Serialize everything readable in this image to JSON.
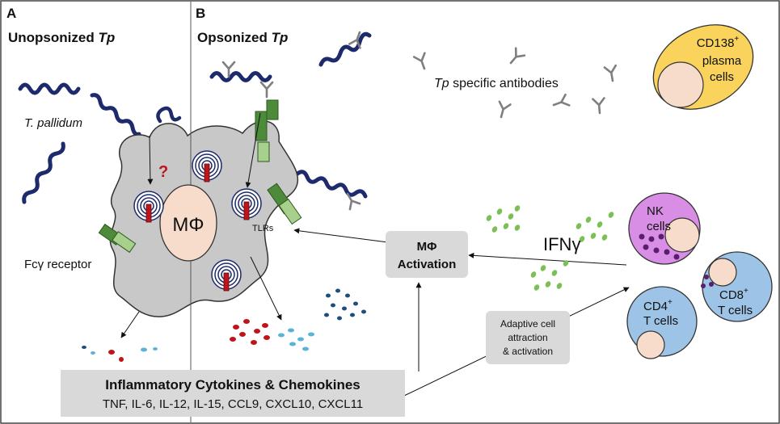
{
  "panels": {
    "a": {
      "letter": "A",
      "title_plain": "Unopsonized ",
      "title_italic": "Tp"
    },
    "b": {
      "letter": "B",
      "title_plain": "Opsonized ",
      "title_italic": "Tp"
    }
  },
  "labels": {
    "t_pallidum": "T. pallidum",
    "question": "?",
    "macrophage_symbol": "MΦ",
    "fc_receptor": "Fcγ receptor",
    "tlrs": "TLRs",
    "tp_antibodies_italic": "Tp",
    "tp_antibodies_rest": " specific antibodies",
    "ifn": "IFNγ",
    "mphi_activation_line1": "MΦ",
    "mphi_activation_line2": "Activation",
    "adaptive_line1": "Adaptive cell",
    "adaptive_line2": "attraction",
    "adaptive_line3": "& activation",
    "cytokines_title": "Inflammatory Cytokines & Chemokines",
    "cytokines_list": "TNF, IL-6, IL-12, IL-15, CCL9, CXCL10, CXCL11"
  },
  "cells": {
    "plasma": {
      "line1": "CD138",
      "sup": "+",
      "line2": "plasma",
      "line3": "cells"
    },
    "nk": {
      "line1": "NK",
      "line2": "cells"
    },
    "cd8": {
      "line1": "CD8",
      "sup": "+",
      "line2": "T cells"
    },
    "cd4": {
      "line1": "CD4",
      "sup": "+",
      "line2": "T cells"
    }
  },
  "colors": {
    "spirochete": "#1d2a6b",
    "macrophage": "#c8c8c8",
    "nucleus": "#f7dccb",
    "receptor_dark": "#4d8a3a",
    "receptor_light": "#a8d08d",
    "cytokine_red": "#c0141b",
    "cytokine_cyan": "#5ab4d4",
    "cytokine_navy": "#1f4e79",
    "ifn_green": "#7cbf55",
    "plasma_cell": "#f9d35b",
    "nk_cell": "#d98ee6",
    "t_cell": "#9dc3e6",
    "callout_box": "#d9d9d9"
  }
}
